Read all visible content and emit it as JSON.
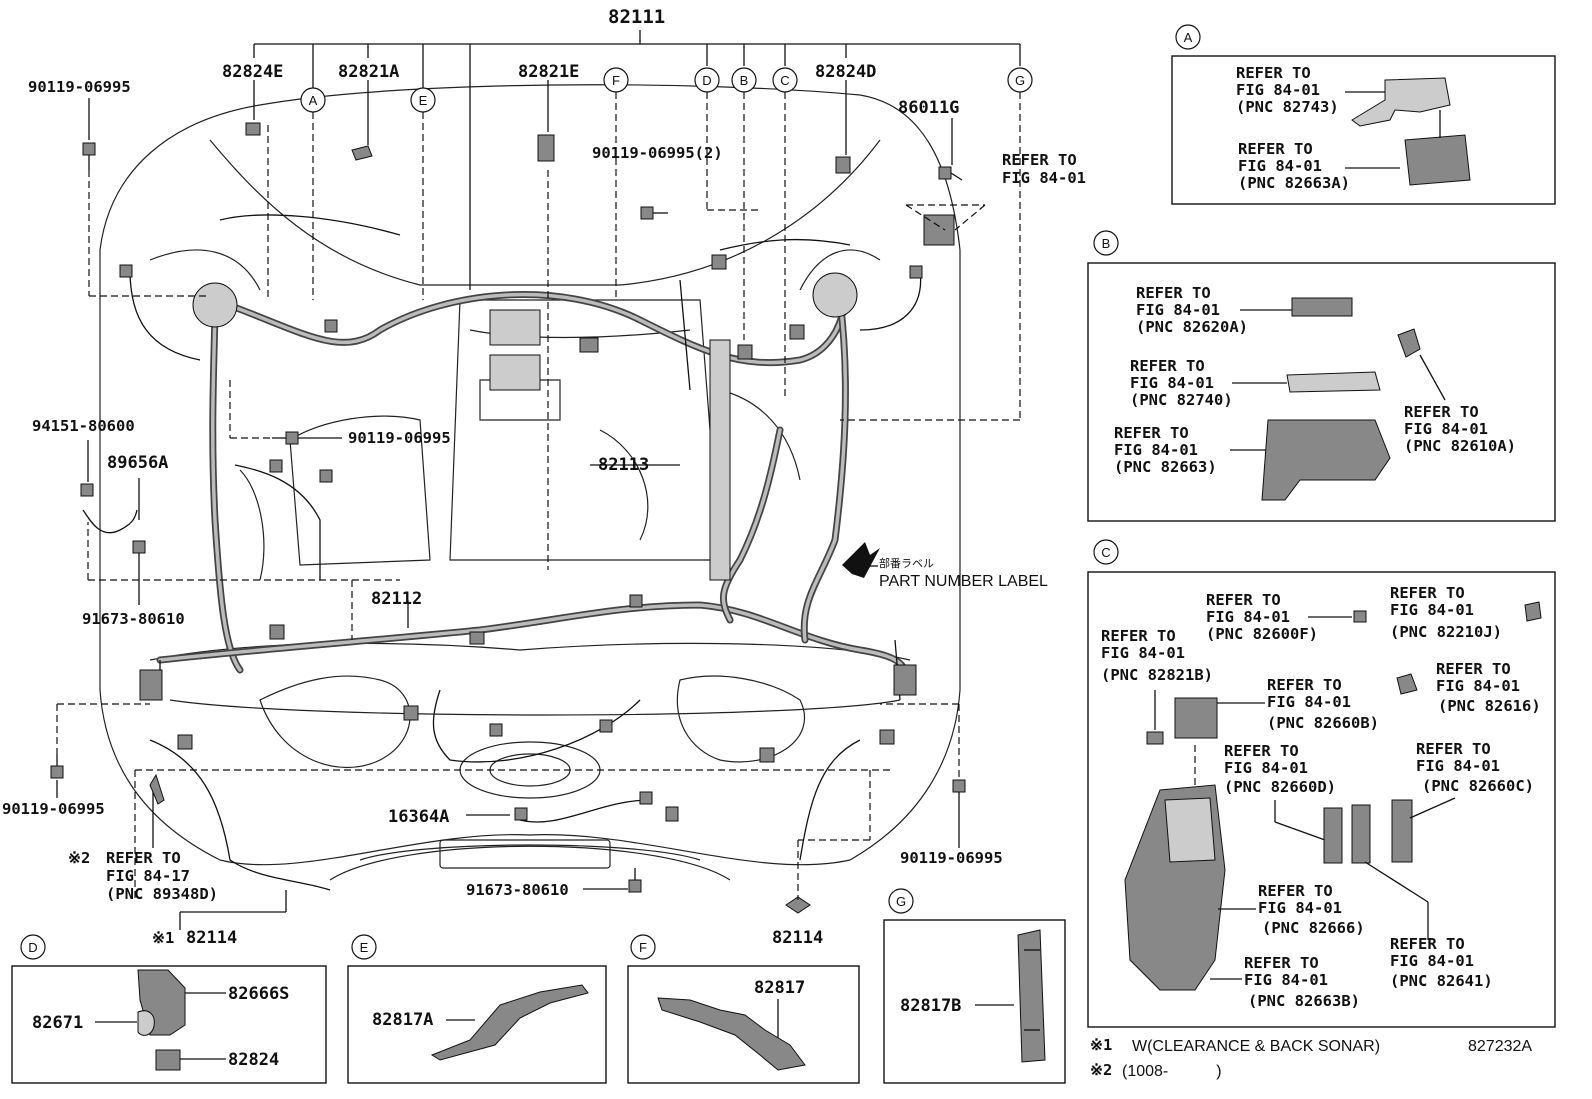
{
  "main": {
    "top_pn": "82111",
    "labels": {
      "p82824E": "82824E",
      "p82821A": "82821A",
      "p82821E": "82821E",
      "p82824D": "82824D",
      "p86011G": "86011G",
      "p90119_tl": "90119-06995",
      "p90119_2": "90119-06995(2)",
      "p90119_mid": "90119-06995",
      "p94151": "94151-80600",
      "p89656A": "89656A",
      "p82113": "82113",
      "p91673_l": "91673-80610",
      "p82112": "82112",
      "p90119_bl": "90119-06995",
      "p16364A": "16364A",
      "p91673_b": "91673-80610",
      "p90119_br": "90119-06995",
      "p82114_r": "82114",
      "p82114_l": "82114",
      "note1_mark": "※1",
      "note2_mark": "※2",
      "part_label_jp": "部番ラベル",
      "part_label": "PART NUMBER LABEL"
    },
    "ref_top": [
      "REFER TO",
      "FIG 84-01"
    ],
    "ref_left": [
      "REFER TO",
      "FIG 84-17",
      "(PNC 89348D)"
    ],
    "callout_letters": [
      "A",
      "E",
      "F",
      "D",
      "B",
      "C",
      "G"
    ]
  },
  "inset_a": {
    "letter": "A",
    "items": [
      {
        "l1": "REFER TO",
        "l2": "FIG 84-01",
        "l3": "(PNC 82743)"
      },
      {
        "l1": "REFER TO",
        "l2": "FIG 84-01",
        "l3": "(PNC 82663A)"
      }
    ]
  },
  "inset_b": {
    "letter": "B",
    "items": [
      {
        "l1": "REFER TO",
        "l2": "FIG 84-01",
        "l3": "(PNC 82620A)"
      },
      {
        "l1": "REFER TO",
        "l2": "FIG 84-01",
        "l3": "(PNC 82740)"
      },
      {
        "l1": "REFER TO",
        "l2": "FIG 84-01",
        "l3": "(PNC 82663)"
      },
      {
        "l1": "REFER TO",
        "l2": "FIG 84-01",
        "l3": "(PNC 82610A)"
      }
    ]
  },
  "inset_c": {
    "letter": "C",
    "items": [
      {
        "l1": "REFER TO",
        "l2": "FIG 84-01",
        "l3": "(PNC 82600F)"
      },
      {
        "l1": "REFER TO",
        "l2": "FIG 84-01",
        "l3": "(PNC 82210J)"
      },
      {
        "l1": "REFER TO",
        "l2": "FIG 84-01",
        "l3": "(PNC 82821B)"
      },
      {
        "l1": "REFER TO",
        "l2": "FIG 84-01",
        "l3": "(PNC 82616)"
      },
      {
        "l1": "REFER TO",
        "l2": "FIG 84-01",
        "l3": "(PNC 82660B)"
      },
      {
        "l1": "REFER TO",
        "l2": "FIG 84-01",
        "l3": "(PNC 82660D)"
      },
      {
        "l1": "REFER TO",
        "l2": "FIG 84-01",
        "l3": "(PNC 82660C)"
      },
      {
        "l1": "REFER TO",
        "l2": "FIG 84-01",
        "l3": "(PNC 82666)"
      },
      {
        "l1": "REFER TO",
        "l2": "FIG 84-01",
        "l3": "(PNC 82641)"
      },
      {
        "l1": "REFER TO",
        "l2": "FIG 84-01",
        "l3": "(PNC 82663B)"
      }
    ]
  },
  "inset_d": {
    "letter": "D",
    "pn1": "82666S",
    "pn2": "82671",
    "pn3": "82824"
  },
  "inset_e": {
    "letter": "E",
    "pn": "82817A"
  },
  "inset_f": {
    "letter": "F",
    "pn": "82817"
  },
  "inset_g": {
    "letter": "G",
    "pn": "82817B"
  },
  "notes": {
    "n1_mark": "※1",
    "n1_text": "W(CLEARANCE & BACK SONAR)",
    "n2_mark": "※2",
    "n2_text": "(1008-　　　)",
    "fig_code": "827232A"
  }
}
